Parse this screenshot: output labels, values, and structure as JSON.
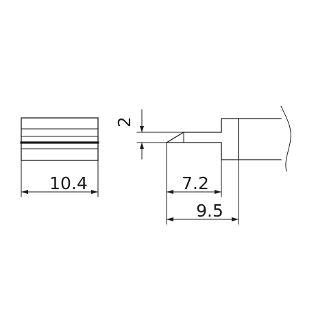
{
  "dimensions": {
    "width_label": "10.4",
    "tip_label": "7.2",
    "length_label": "9.5",
    "thickness_label": "2"
  }
}
